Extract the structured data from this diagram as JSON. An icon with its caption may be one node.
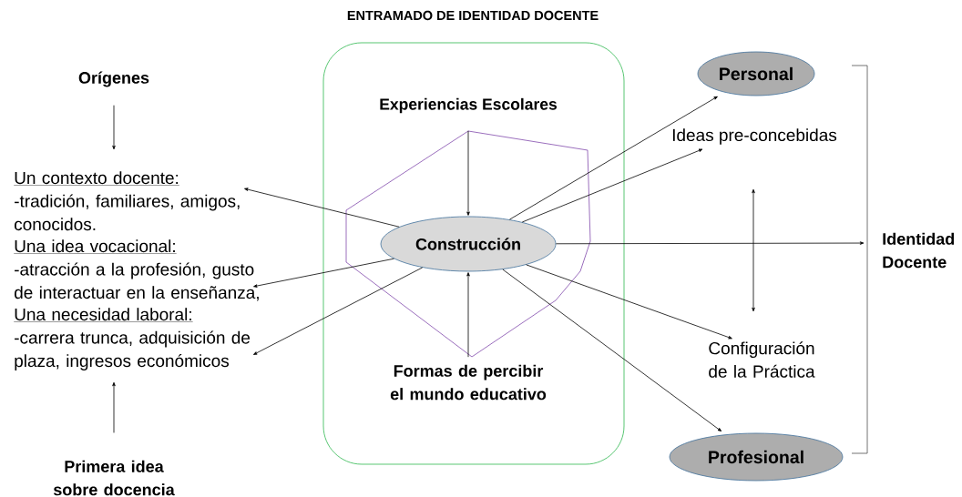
{
  "diagram": {
    "title": "ENTRAMADO DE IDENTIDAD DOCENTE",
    "nodes": [
      {
        "text": [],
        "shape": "box"
      },
      {
        "text": [
          "Experiencias Escolares"
        ],
        "in": 0
      },
      {
        "text": [],
        "shape": "polygon",
        "in": 0
      },
      {
        "text": [
          "Construcción"
        ],
        "in": 2
      },
      {
        "text": [
          "Formas de percibir el mundo educativo"
        ],
        "in": 0
      },
      {
        "text": [
          "Orígenes"
        ]
      },
      {
        "text": [
          "Un contexto docente:",
          "-tradición, familiares, amigos, conocidos."
        ]
      },
      {
        "text": [
          "Una idea vocacional:",
          "-atracción a la profesión, gusto de interactuar en la enseñanza,"
        ]
      },
      {
        "text": [
          "Una necesidad laboral:",
          "-carrera trunca, adquisición de plaza, ingresos económicos"
        ]
      },
      {
        "text": [
          "Primera idea sobre docencia"
        ]
      },
      {
        "text": [
          "Personal"
        ]
      },
      {
        "text": [
          "Ideas pre-concebidas"
        ]
      },
      {
        "text": [
          "Configuración de la Práctica"
        ]
      },
      {
        "text": [
          "Profesional"
        ]
      },
      {
        "text": [
          "Identidad Docente"
        ]
      }
    ],
    "edges": [
      {
        "from": 5,
        "to": 6,
        "arrow": "to"
      },
      {
        "from": 9,
        "to": 8,
        "arrow": "to"
      },
      {
        "from": 2,
        "to": 3,
        "arrow": "to"
      },
      {
        "from": 2,
        "to": 3,
        "arrow": "to"
      },
      {
        "from": 3,
        "to": 6,
        "arrow": "to"
      },
      {
        "from": 3,
        "to": 7,
        "arrow": "to"
      },
      {
        "from": 3,
        "to": 8,
        "arrow": "to"
      },
      {
        "from": 3,
        "to": 10,
        "arrow": "to"
      },
      {
        "from": 3,
        "to": 11,
        "arrow": "to"
      },
      {
        "from": 3,
        "to": 14,
        "arrow": "to"
      },
      {
        "from": 3,
        "to": 12,
        "arrow": "to"
      },
      {
        "from": 3,
        "to": 13,
        "arrow": "to"
      },
      {
        "from": 11,
        "to": 12,
        "arrow": "both"
      }
    ]
  }
}
